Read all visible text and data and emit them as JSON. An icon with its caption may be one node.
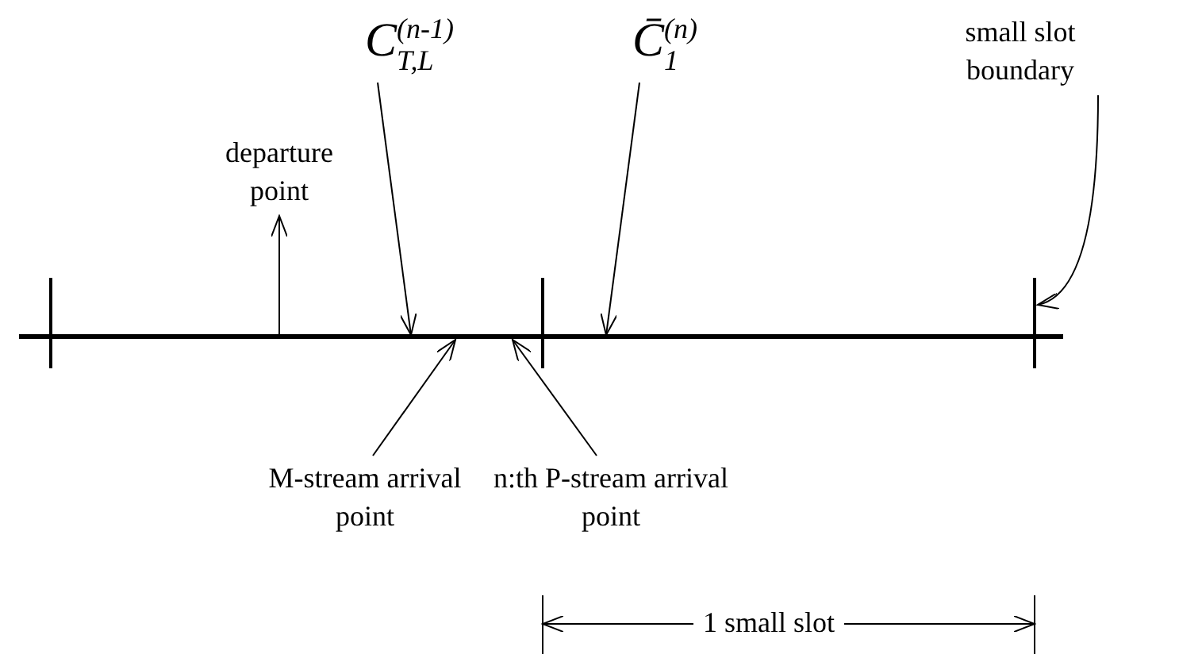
{
  "diagram": {
    "nodes": [
      {
        "text": [
          "C$^{(n-1)}$$_{T,L}$"
        ]
      },
      {
        "text": [
          "C̄$^{(n)}$$_{1}$"
        ]
      },
      {
        "text": [
          "departure point"
        ]
      },
      {
        "text": [
          "small slot boundary"
        ]
      },
      {
        "text": [
          "M-stream arrival point"
        ]
      },
      {
        "text": [
          "n:th P-stream arrival point"
        ]
      }
    ],
    "edges": [
      {
        "from": 0,
        "to": null,
        "arrow": "to"
      },
      {
        "from": 1,
        "to": null,
        "arrow": "to"
      },
      {
        "from": null,
        "to": 2,
        "arrow": "to"
      },
      {
        "from": 3,
        "to": null,
        "arrow": "to"
      },
      {
        "from": 4,
        "to": null,
        "arrow": "to"
      },
      {
        "from": 5,
        "to": null,
        "arrow": "to"
      }
    ],
    "labels": [
      "1 small slot"
    ]
  }
}
